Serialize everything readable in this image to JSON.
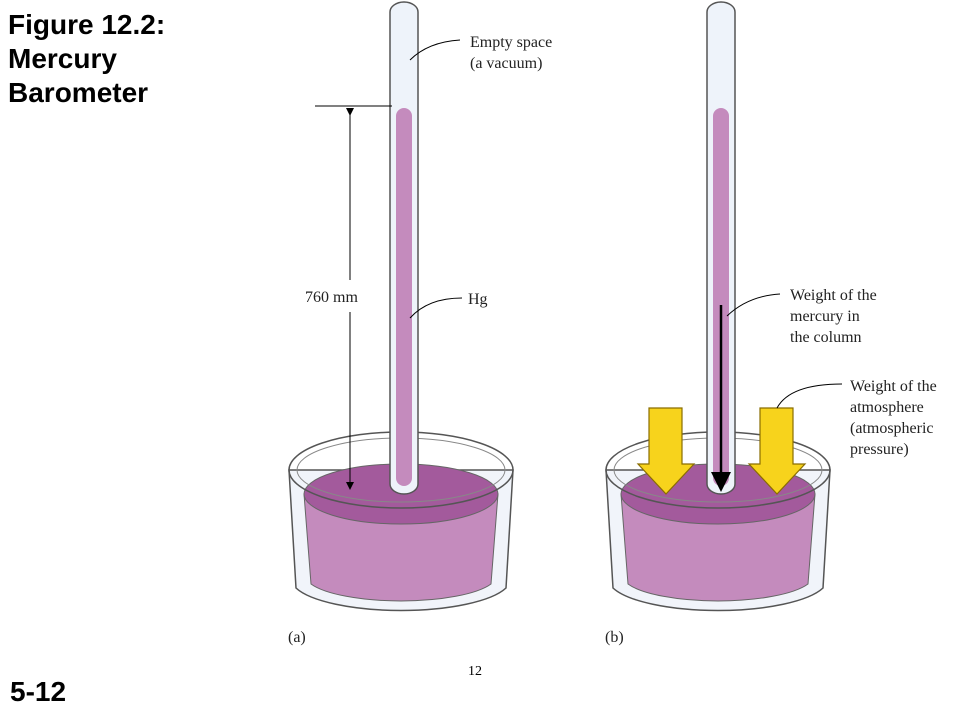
{
  "title": {
    "line1": "Figure 12.2:",
    "line2": "Mercury",
    "line3": "Barometer"
  },
  "slide_number": "5-12",
  "page_number": "12",
  "panel_a": {
    "tag": "(a)",
    "vacuum_label_1": "Empty space",
    "vacuum_label_2": "(a vacuum)",
    "height_label": "760 mm",
    "hg_label": "Hg"
  },
  "panel_b": {
    "tag": "(b)",
    "column_label_1": "Weight of the",
    "column_label_2": "mercury in",
    "column_label_3": "the column",
    "atm_label_1": "Weight of the",
    "atm_label_2": "atmosphere",
    "atm_label_3": "(atmospheric",
    "atm_label_4": "pressure)"
  },
  "colors": {
    "mercury": "#c48bbd",
    "mercury_surface": "#a35a9c",
    "glass": "#eef3fa",
    "arrow_fill": "#f7d31c",
    "arrow_stroke": "#8a6d00"
  }
}
